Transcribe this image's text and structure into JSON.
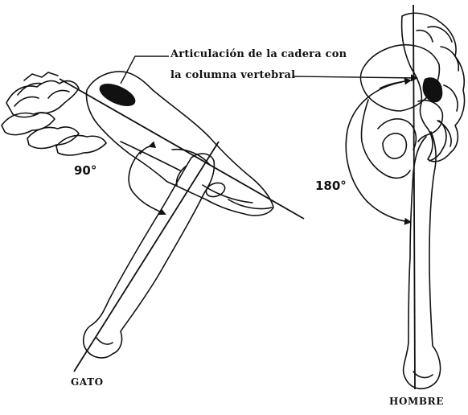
{
  "annotation": {
    "line1": "Articulación de la cadera con",
    "line2": "la columna vertebral"
  },
  "cat": {
    "angle_label": "90°",
    "caption": "GATO"
  },
  "human": {
    "angle_label": "180°",
    "caption": "HOMBRE"
  },
  "colors": {
    "ink": "#111111",
    "paper": "#ffffff"
  }
}
